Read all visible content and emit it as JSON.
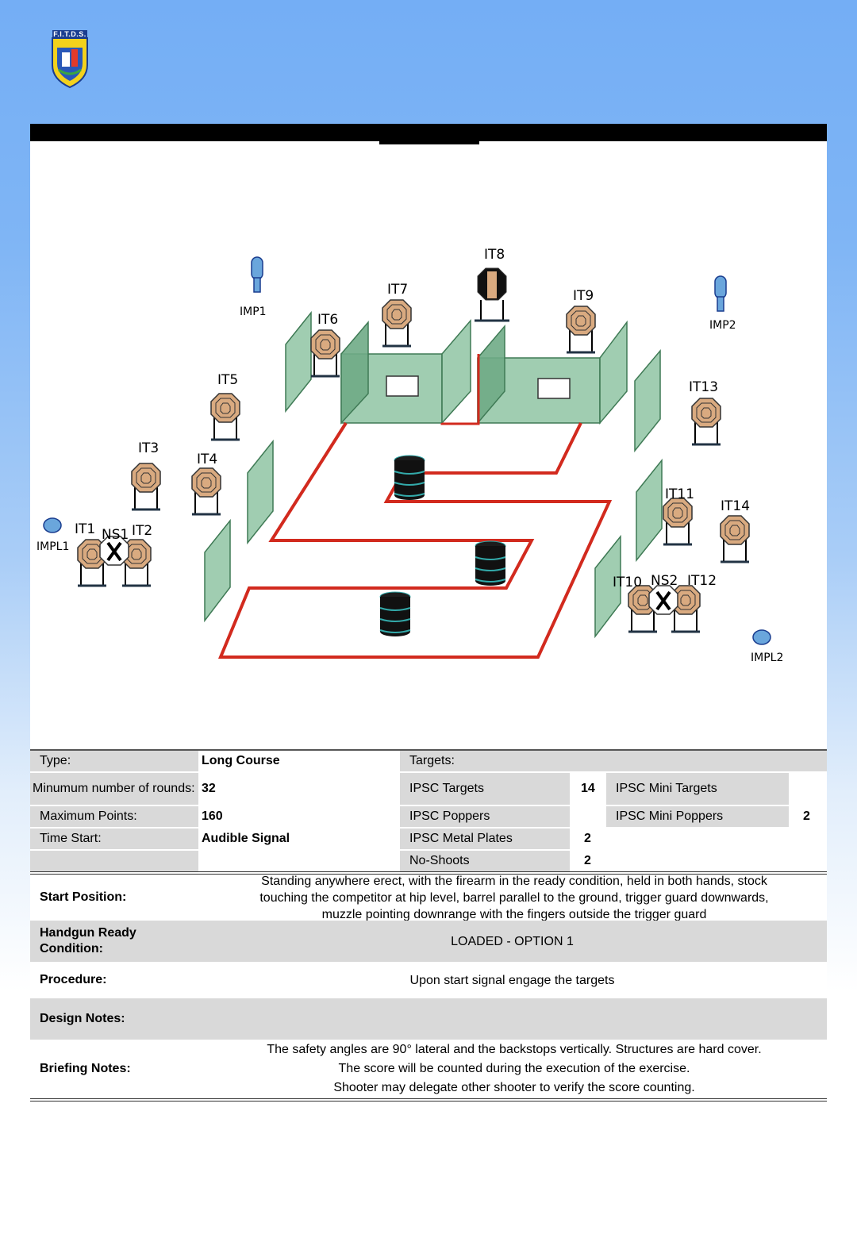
{
  "header": {
    "logo_text": "F.I.T.D.S."
  },
  "diagram": {
    "labels": {
      "imp1": "IMP1",
      "imp2": "IMP2",
      "impl1": "IMPL1",
      "impl2": "IMPL2",
      "it1": "IT1",
      "it2": "IT2",
      "it3": "IT3",
      "it4": "IT4",
      "it5": "IT5",
      "it6": "IT6",
      "it7": "IT7",
      "it8": "IT8",
      "it9": "IT9",
      "it10": "IT10",
      "it11": "IT11",
      "it12": "IT12",
      "it13": "IT13",
      "it14": "IT14",
      "ns1": "NS1",
      "ns2": "NS2"
    }
  },
  "info": {
    "type_label": "Type:",
    "type_value": "Long Course",
    "min_rounds_label": "Minumum number of rounds:",
    "min_rounds_value": "32",
    "max_points_label": "Maximum Points:",
    "max_points_value": "160",
    "time_start_label": "Time Start:",
    "time_start_value": "Audible Signal",
    "targets_label": "Targets:",
    "ipsc_targets_label": "IPSC Targets",
    "ipsc_targets_value": "14",
    "ipsc_mini_targets_label": "IPSC Mini Targets",
    "ipsc_poppers_label": "IPSC Poppers",
    "ipsc_mini_poppers_label": "IPSC Mini Poppers",
    "ipsc_mini_poppers_value": "2",
    "ipsc_metal_plates_label": "IPSC Metal Plates",
    "ipsc_metal_plates_value": "2",
    "no_shoots_label": "No-Shoots",
    "no_shoots_value": "2"
  },
  "notes": {
    "start_position_label": "Start Position:",
    "start_position_text": "Standing anywhere erect, with the firearm in the ready condition, held in both hands, stock touching the competitor at hip level, barrel parallel to the ground, trigger guard downwards, muzzle pointing downrange with the fingers outside the trigger guard",
    "ready_condition_label": "Handgun Ready Condition:",
    "ready_condition_text": "LOADED - OPTION 1",
    "procedure_label": "Procedure:",
    "procedure_text": "Upon start signal engage the targets",
    "design_notes_label": "Design Notes:",
    "briefing_label": "Briefing Notes:",
    "briefing_line1": "The safety angles are 90° lateral and the backstops vertically. Structures are hard cover.",
    "briefing_line2": "The score will be counted during the execution of the exercise.",
    "briefing_line3": "Shooter may delegate other shooter to verify the score counting."
  }
}
